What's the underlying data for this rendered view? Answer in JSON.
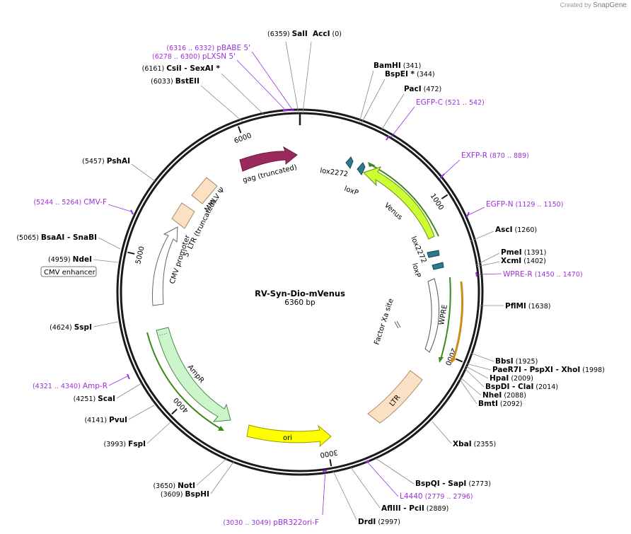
{
  "watermark": {
    "prefix": "Created by",
    "brand": "SnapGene"
  },
  "plasmid": {
    "name": "RV-Syn-Dio-mVenus",
    "length_label": "6360 bp",
    "length": 6360
  },
  "ticks": [
    "1000",
    "2000",
    "3000",
    "4000",
    "5000",
    "6000"
  ],
  "sites": [
    {
      "name": "SalI",
      "pos": "(6359)"
    },
    {
      "name": "AccI",
      "pos": "(0)"
    },
    {
      "name": "BamHI",
      "pos": "(341)"
    },
    {
      "name": "BspEI *",
      "pos": "(344)"
    },
    {
      "name": "PacI",
      "pos": "(472)"
    },
    {
      "name": "AscI",
      "pos": "(1260)"
    },
    {
      "name": "PmeI",
      "pos": "(1391)"
    },
    {
      "name": "XcmI",
      "pos": "(1402)"
    },
    {
      "name": "PflMI",
      "pos": "(1638)"
    },
    {
      "name": "BbsI",
      "pos": "(1925)"
    },
    {
      "name": "PaeR7I   - PspXI   - XhoI",
      "pos": "(1998)"
    },
    {
      "name": "HpaI",
      "pos": "(2009)"
    },
    {
      "name": "BspDI   - ClaI",
      "pos": "(2014)"
    },
    {
      "name": "NheI",
      "pos": "(2088)"
    },
    {
      "name": "BmtI",
      "pos": "(2092)"
    },
    {
      "name": "XbaI",
      "pos": "(2355)"
    },
    {
      "name": "BspQI   - SapI",
      "pos": "(2773)"
    },
    {
      "name": "AflIII   - PciI",
      "pos": "(2889)"
    },
    {
      "name": "DrdI",
      "pos": "(2997)"
    },
    {
      "name": "NotI",
      "pos": "(3650)"
    },
    {
      "name": "BspHI",
      "pos": "(3609)"
    },
    {
      "name": "FspI",
      "pos": "(3993)"
    },
    {
      "name": "PvuI",
      "pos": "(4141)"
    },
    {
      "name": "ScaI",
      "pos": "(4251)"
    },
    {
      "name": "SspI",
      "pos": "(4624)"
    },
    {
      "name": "NdeI",
      "pos": "(4959)"
    },
    {
      "name": "BsaAI   - SnaBI",
      "pos": "(5065)"
    },
    {
      "name": "PshAI",
      "pos": "(5457)"
    },
    {
      "name": "BstEII",
      "pos": "(6033)"
    },
    {
      "name": "CsiI   - SexAI *",
      "pos": "(6161)"
    }
  ],
  "primers": [
    {
      "name": "pBABE 5'",
      "pos": "(6316 .. 6332)"
    },
    {
      "name": "pLXSN 5'",
      "pos": "(6278 .. 6300)"
    },
    {
      "name": "EGFP-C",
      "pos": "(521 .. 542)"
    },
    {
      "name": "EXFP-R",
      "pos": "(870 .. 889)"
    },
    {
      "name": "EGFP-N",
      "pos": "(1129 .. 1150)"
    },
    {
      "name": "WPRE-R",
      "pos": "(1450 .. 1470)"
    },
    {
      "name": "L4440",
      "pos": "(2779 .. 2796)"
    },
    {
      "name": "pBR322ori-F",
      "pos": "(3030 .. 3049)"
    },
    {
      "name": "Amp-R",
      "pos": "(4321 .. 4340)"
    },
    {
      "name": "CMV-F",
      "pos": "(5244 .. 5264)"
    }
  ],
  "features": {
    "gag": "gag (truncated)",
    "lox2272_a": "lox2272",
    "loxp_a": "loxP",
    "venus": "Venus",
    "lox2272_b": "lox2272",
    "loxp_b": "loxP",
    "wpre": "WPRE",
    "factor_xa": "Factor Xa site",
    "ltr3": "LTR",
    "ori": "ori",
    "ampr": "AmpR",
    "cmv_enh": "CMV enhancer",
    "cmv_prom": "CMV promoter",
    "ltr5": "5' LTR (truncated)",
    "mmlv": "MMLV Ψ"
  },
  "colors": {
    "backbone": "#1a1a1a",
    "primer": "#9b30d9",
    "gag": "#9a2a5c",
    "venus": "#ccff33",
    "lox": "#2c7a8a",
    "ltr": "#fce0c4",
    "ori": "#ffff00",
    "ampr": "#ccf5cc",
    "orf_green": "#3a8a1a",
    "orf_orange": "#d08a1a"
  }
}
